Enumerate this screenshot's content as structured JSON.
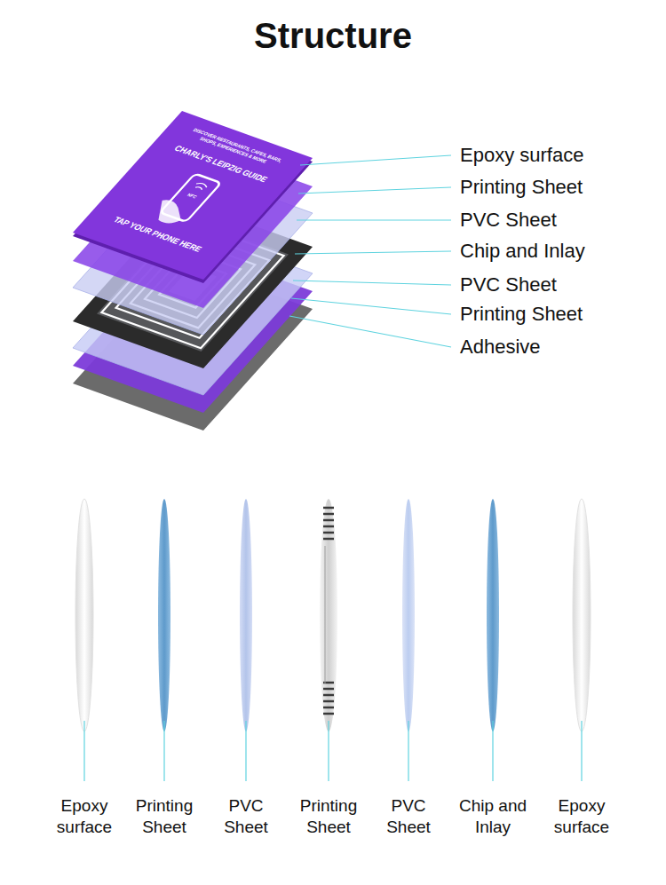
{
  "diagram": {
    "title": "Structure",
    "labels": [
      "Epoxy surface",
      "Printing Sheet",
      "PVC Sheet",
      "Chip and Inlay",
      "PVC Sheet",
      "Printing Sheet",
      "Adhesive",
      "Epoxy surface",
      "Printing Sheet",
      "PVC Sheet",
      "Printing Sheet",
      "PVC Sheet",
      "Chip and Inlay",
      "Epoxy surface",
      "DISCOVER RESTAURANTS, CAFES, BARS, SHOPS, EXPERIENCES & MORE",
      "CHARLY'S LEIPZIG GUIDE",
      "TAP YOUR PHONE HERE",
      "NFC"
    ]
  }
}
